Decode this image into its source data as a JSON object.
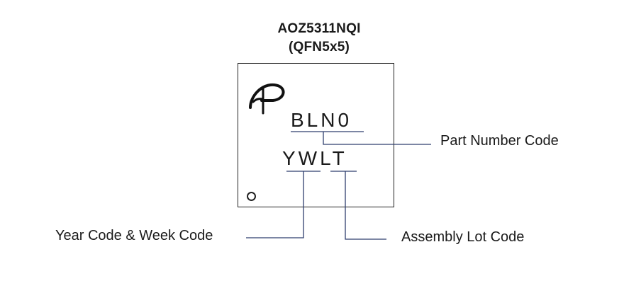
{
  "header": {
    "part_name": "AOZ5311NQI",
    "package": "(QFN5x5)"
  },
  "chip": {
    "part_number_code": "BLN0",
    "date_lot_code": "YWLT",
    "logo_icon": "aos-logo-icon",
    "pin1_marker_icon": "pin1-circle-icon"
  },
  "labels": {
    "part_number": "Part Number Code",
    "year_week": "Year Code & Week Code",
    "assembly_lot": "Assembly Lot Code"
  },
  "colors": {
    "leader_line": "#2f3f6e",
    "text": "#1a1a1a"
  }
}
